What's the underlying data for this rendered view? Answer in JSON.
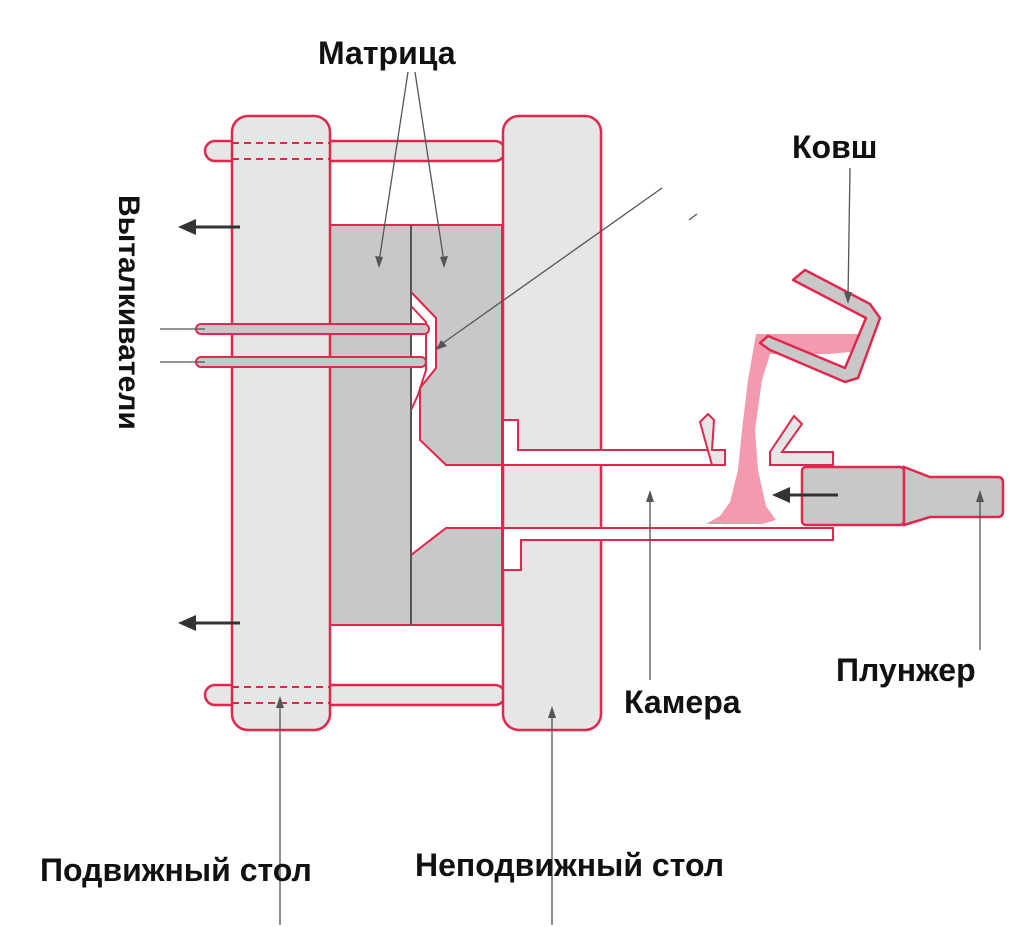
{
  "labels": {
    "die": "Матрица",
    "ladle": "Ковш",
    "ejectors": "Выталкиватели",
    "plunger": "Плунжер",
    "chamber": "Камера",
    "moving_platen": "Подвижный стол",
    "fixed_platen": "Неподвижный стол"
  },
  "colors": {
    "outline": "#e0284f",
    "part_fill": "#e6e6e6",
    "die_fill": "#c8c8c8",
    "metal": "#f49aae",
    "leader": "#555555",
    "arrow": "#333333"
  }
}
